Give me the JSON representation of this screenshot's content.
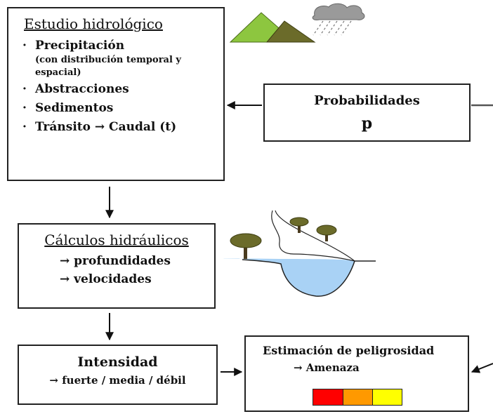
{
  "hydro": {
    "title": "Estudio hidrológico",
    "items": [
      {
        "label": "Precipitación"
      },
      {
        "label": "Abstracciones"
      },
      {
        "label": "Sedimentos"
      },
      {
        "label": "Tránsito → Caudal (t)"
      }
    ],
    "precip_note": "(con distribución temporal y espacial)"
  },
  "prob": {
    "title": "Probabilidades",
    "symbol": "p"
  },
  "hydraulic": {
    "title": "Cálculos hidráulicos",
    "items": [
      "→ profundidades",
      "→ velocidades"
    ]
  },
  "intensity": {
    "title": "Intensidad",
    "scale": "→ fuerte / media / débil"
  },
  "hazard": {
    "title": "Estimación de peligrosidad",
    "result": "→ Amenaza",
    "colors": [
      "#ff0000",
      "#ff9900",
      "#ffff00"
    ]
  }
}
